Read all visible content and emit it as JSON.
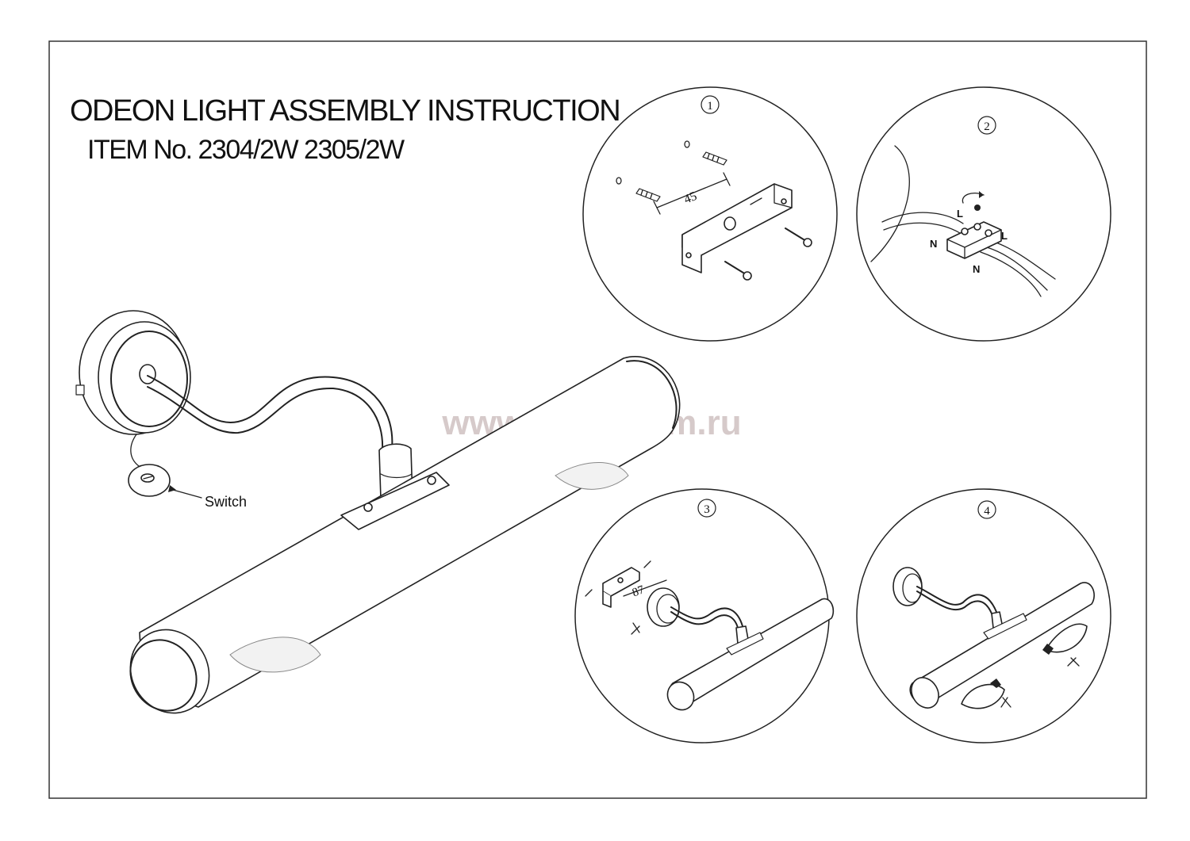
{
  "title": {
    "line1": "ODEON LIGHT ASSEMBLY INSTRUCTION",
    "line2": "ITEM No. 2304/2W 2305/2W"
  },
  "watermark": "www.svetodom.ru",
  "main_figure": {
    "switch_label": "Switch"
  },
  "steps": [
    {
      "number": "1",
      "dimension": "45"
    },
    {
      "number": "2",
      "terminal_labels": [
        "L",
        "L",
        "N",
        "N"
      ]
    },
    {
      "number": "3",
      "dimension": "87"
    },
    {
      "number": "4"
    }
  ],
  "colors": {
    "line": "#222222",
    "watermark": "#c8b8b8"
  }
}
